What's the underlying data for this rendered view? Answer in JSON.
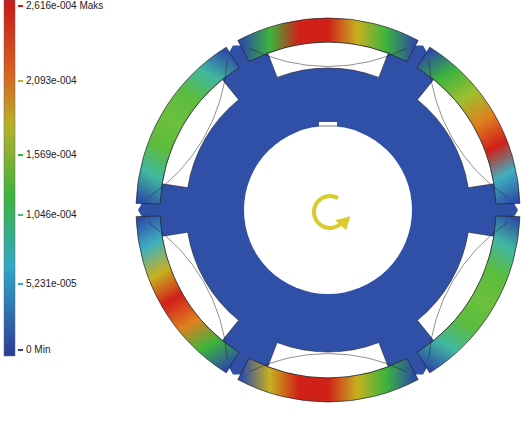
{
  "diagram": {
    "legend": [
      {
        "text": "2,616e-004 Maks",
        "color": "#d01818"
      },
      {
        "text": "2,093e-004",
        "color": "#c8b020"
      },
      {
        "text": "1,569e-004",
        "color": "#3cb43c"
      },
      {
        "text": "1,046e-004",
        "color": "#40c070"
      },
      {
        "text": "5,231e-005",
        "color": "#30a8c8"
      },
      {
        "text": "0 Min",
        "color": "#2c3c98"
      }
    ]
  }
}
